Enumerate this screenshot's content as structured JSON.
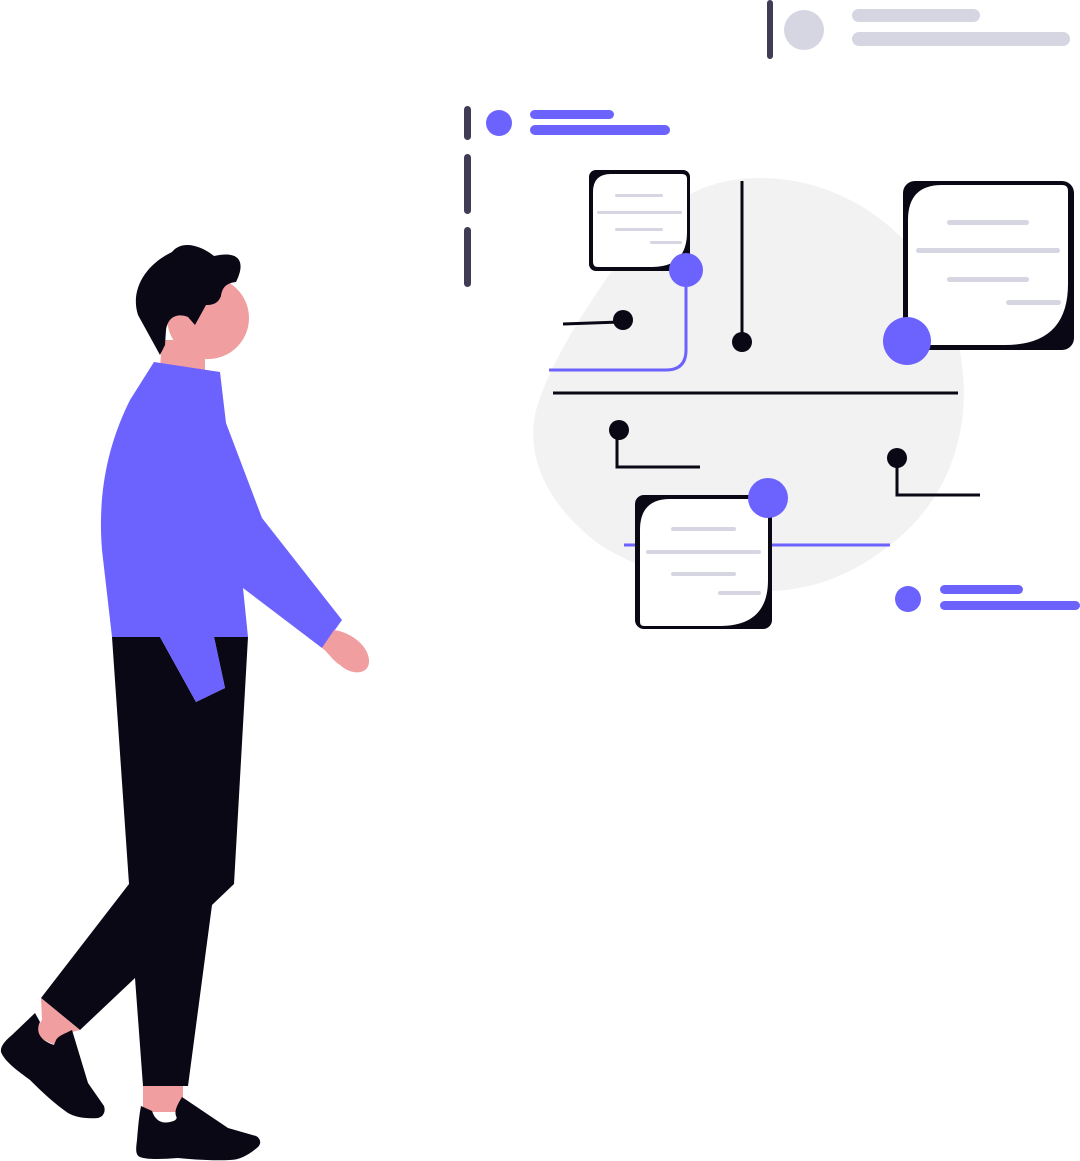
{
  "illustration": {
    "title": "Person walking toward connected document network",
    "colors": {
      "accent": "#6c63ff",
      "dark": "#090814",
      "muted_bar": "#3f3d56",
      "placeholder": "#d6d6e3",
      "blob": "#f2f2f2",
      "skin": "#f09e9f",
      "paper": "#ffffff"
    },
    "legend_items": [
      {
        "name": "top-gray-item",
        "bullet_color": "#d6d6e3",
        "bar_color": "#d6d6e3"
      },
      {
        "name": "left-purple-item",
        "bullet_color": "#6c63ff",
        "bar_color": "#6c63ff"
      },
      {
        "name": "bottom-right-purple-item",
        "bullet_color": "#6c63ff",
        "bar_color": "#6c63ff"
      }
    ],
    "documents": [
      {
        "name": "small-top-left-document"
      },
      {
        "name": "large-top-right-document"
      },
      {
        "name": "bottom-center-document"
      }
    ]
  }
}
